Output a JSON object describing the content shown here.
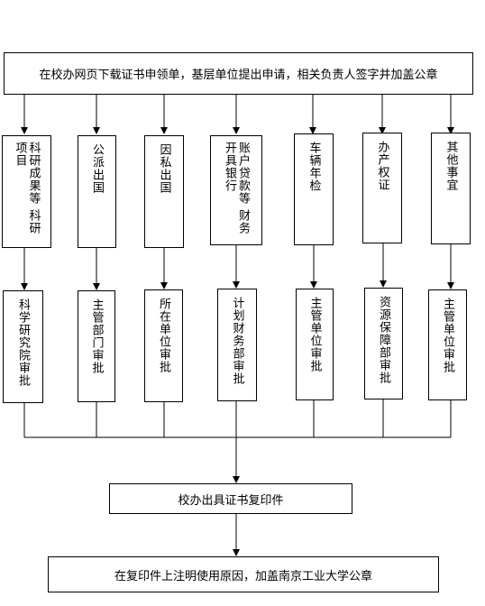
{
  "flow": {
    "top_step": "在校办网页下载证书申领单，基层单位提出申请，相关负责人签字并加盖公章",
    "categories": [
      {
        "label": "科研成果等 科研项目"
      },
      {
        "label": "公派出国"
      },
      {
        "label": "因私出国"
      },
      {
        "label": "账户贷款等 财务开具银行"
      },
      {
        "label": "车辆年检"
      },
      {
        "label": "办产权证"
      },
      {
        "label": "其他事宜"
      }
    ],
    "approvals": [
      {
        "label": "科学研究院审批"
      },
      {
        "label": "主管部门审批"
      },
      {
        "label": "所在单位审批"
      },
      {
        "label": "计划财务部审批"
      },
      {
        "label": "主管单位审批"
      },
      {
        "label": "资源保障部审批"
      },
      {
        "label": "主管单位审批"
      }
    ],
    "issue_step": "校办出具证书复印件",
    "final_step": "在复印件上注明使用原因，加盖南京工业大学公章"
  }
}
